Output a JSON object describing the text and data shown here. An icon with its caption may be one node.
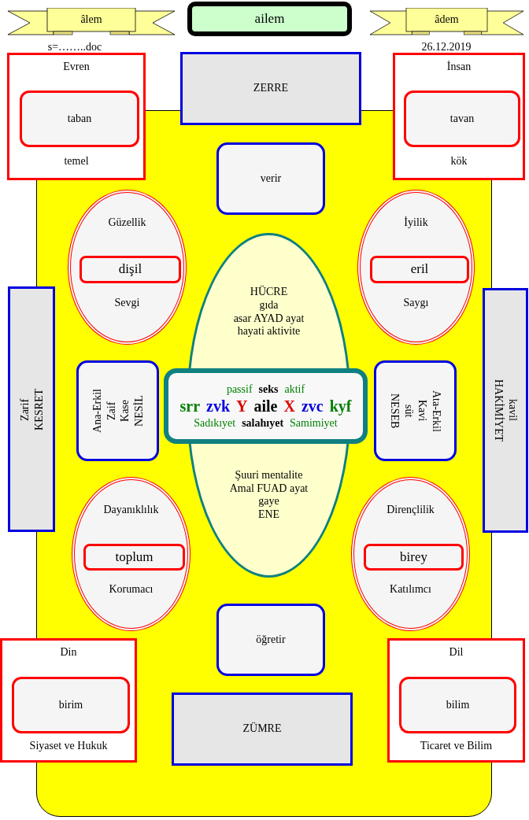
{
  "diagram": {
    "nodes": [
      {
        "text": [
          "âlem"
        ]
      },
      {
        "text": [
          "ailem"
        ]
      },
      {
        "text": [
          "âdem"
        ]
      },
      {
        "text": [
          "Evren",
          "temel"
        ]
      },
      {
        "text": [
          "taban"
        ],
        "in": 3
      },
      {
        "text": [
          "ZERRE"
        ]
      },
      {
        "text": [
          "İnsan",
          "kök"
        ]
      },
      {
        "text": [
          "tavan"
        ],
        "in": 6
      },
      {
        "text": [
          "verir"
        ]
      },
      {
        "text": [
          "Güzellik",
          "Sevgi"
        ]
      },
      {
        "text": [
          "dişil"
        ],
        "in": 9
      },
      {
        "text": [
          "İyilik",
          "Saygı"
        ]
      },
      {
        "text": [
          "eril"
        ],
        "in": 11
      },
      {
        "text": [
          "HÜCRE gıda asar AYAD ayat hayati aktivite",
          "Şuuri mentalite Amal FUAD ayat gaye ENE"
        ]
      },
      {
        "text": [
          "passif",
          "seks",
          "aktif",
          "srr",
          "zvk",
          "Y",
          "aile",
          "X",
          "zvc",
          "kyf",
          "Sadıkıyet",
          "salahıyet",
          "Samimiyet"
        ]
      },
      {
        "text": [
          "Zarif KESRET"
        ]
      },
      {
        "text": [
          "Ana-Erkil Zaif Kase NESİL"
        ]
      },
      {
        "text": [
          "NESEB süt Kavi Ata-Erkil"
        ]
      },
      {
        "text": [
          "HAKİMİYET kavil"
        ]
      },
      {
        "text": [
          "Dayanıklılık",
          "Korumacı"
        ]
      },
      {
        "text": [
          "toplum"
        ],
        "in": 19
      },
      {
        "text": [
          "Dirençlilik",
          "Katılımcı"
        ]
      },
      {
        "text": [
          "birey"
        ],
        "in": 21
      },
      {
        "text": [
          "öğretir"
        ]
      },
      {
        "text": [
          "Din",
          "Siyaset ve Hukuk"
        ]
      },
      {
        "text": [
          "birim"
        ],
        "in": 24
      },
      {
        "text": [
          "Dil",
          "Ticaret ve Bilim"
        ]
      },
      {
        "text": [
          "bilim"
        ],
        "in": 26
      },
      {
        "text": [
          "ZÜMRE"
        ]
      }
    ],
    "labels": [
      "s=……..doc",
      "26.12.2019"
    ]
  }
}
